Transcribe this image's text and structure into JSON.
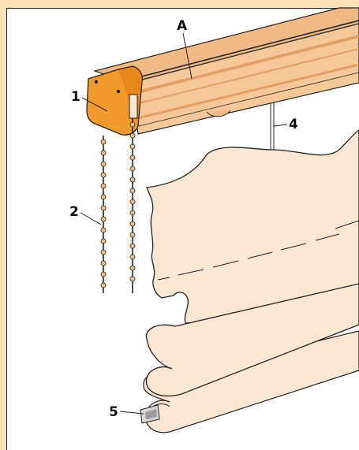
{
  "labels": {
    "a": "A",
    "n1": "1",
    "n2": "2",
    "n4": "4",
    "n5": "5"
  },
  "colors": {
    "background": "#fbe3b6",
    "panel": "#ffffff",
    "headrail_top": "#f2bf8a",
    "headrail_face": "#f5c796",
    "headrail_stripe": "#e7a56a",
    "end_cap": "#f29b2e",
    "fabric": "#fbe6d3",
    "chain_bead": "#f3b980",
    "outline": "#222222"
  }
}
